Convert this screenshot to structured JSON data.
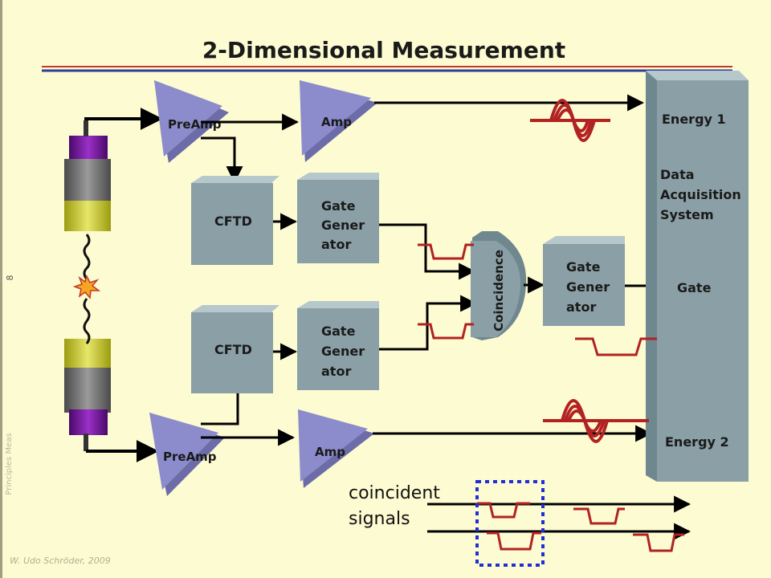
{
  "slide": {
    "title": "2-Dimensional Measurement",
    "page_number": "8",
    "side_caption": "Principles Meas",
    "footer": "W. Udo Schröder, 2009"
  },
  "blocks": {
    "preamp_top": "PreAmp",
    "preamp_bottom": "PreAmp",
    "amp_top": "Amp",
    "amp_bottom": "Amp",
    "cftd_top": "CFTD",
    "cftd_bottom": "CFTD",
    "gate_gen_top": [
      "Gate",
      "Gener",
      "ator"
    ],
    "gate_gen_bottom": [
      "Gate",
      "Gener",
      "ator"
    ],
    "gate_gen_right": [
      "Gate",
      "Gener",
      "ator"
    ],
    "coincidence": "Coincidence"
  },
  "daq": {
    "energy1": "Energy 1",
    "label": [
      "Data",
      "Acquisition",
      "System"
    ],
    "gate": "Gate",
    "energy2": "Energy 2"
  },
  "legend": {
    "line1": "coincident",
    "line2": "signals"
  },
  "colors": {
    "background": "#fdfbd2",
    "title_rule_red": "#c0392b",
    "title_rule_blue": "#2c3e9a",
    "block_gray": "#8a9fa6",
    "triangle_purple": "#8888c4",
    "signal_red": "#b22222",
    "highlight_blue": "#1f2fd6"
  },
  "icons": {
    "detector": "scintillation-detector",
    "source": "radioactive-source-star"
  }
}
